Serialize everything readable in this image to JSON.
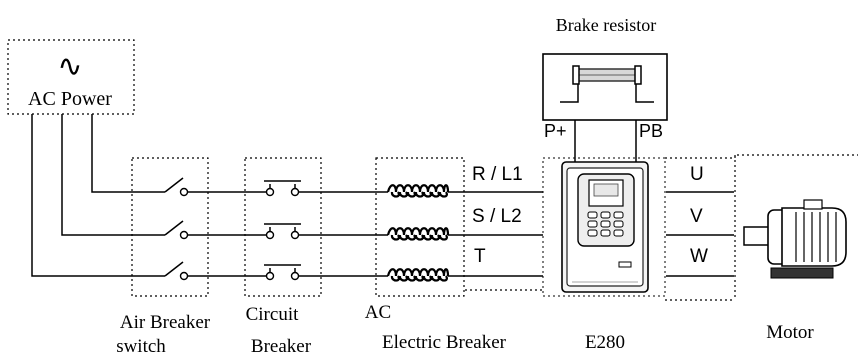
{
  "power": {
    "symbol": "∿",
    "label": "AC Power"
  },
  "brake": {
    "title": "Brake resistor",
    "left_terminal": "P+",
    "right_terminal": "PB"
  },
  "inputs": {
    "r": "R / L1",
    "s": "S / L2",
    "t": "T"
  },
  "outputs": {
    "u": "U",
    "v": "V",
    "w": "W"
  },
  "labels": {
    "air_breaker_1": "Air Breaker",
    "air_breaker_2": "switch",
    "circuit_breaker_1": "Circuit",
    "circuit_breaker_2": "Breaker",
    "ac_breaker_1": "AC",
    "ac_breaker_2": "Electric Breaker",
    "drive": "E280",
    "motor": "Motor"
  }
}
